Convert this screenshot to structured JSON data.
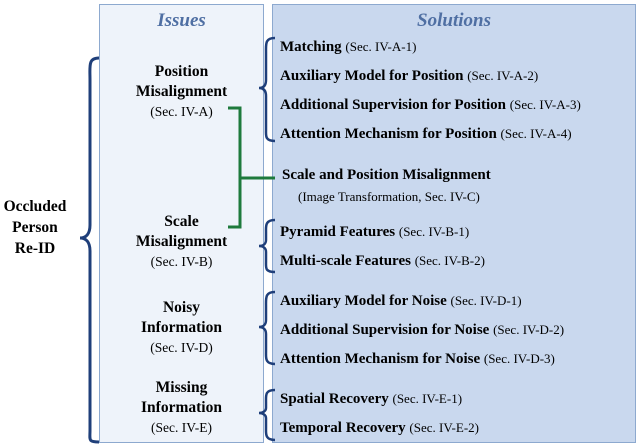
{
  "root": {
    "label_lines": [
      "Occluded",
      "Person",
      "Re-ID"
    ]
  },
  "issues": {
    "title": "Issues",
    "items": [
      {
        "name_lines": [
          "Position",
          "Misalignment"
        ],
        "section": "(Sec. IV-A)"
      },
      {
        "name_lines": [
          "Scale",
          "Misalignment"
        ],
        "section": "(Sec. IV-B)"
      },
      {
        "name_lines": [
          "Noisy",
          "Information"
        ],
        "section": "(Sec. IV-D)"
      },
      {
        "name_lines": [
          "Missing",
          "Information"
        ],
        "section": "(Sec. IV-E)"
      }
    ]
  },
  "solutions": {
    "title": "Solutions",
    "position": [
      {
        "name": "Matching",
        "section": "(Sec. IV-A-1)"
      },
      {
        "name": "Auxiliary Model for Position",
        "section": "(Sec. IV-A-2)"
      },
      {
        "name": "Additional Supervision for Position",
        "section": "(Sec. IV-A-3)"
      },
      {
        "name": "Attention Mechanism for Position",
        "section": "(Sec. IV-A-4)"
      }
    ],
    "joint": {
      "name": "Scale and Position Misalignment",
      "section": "(Image Transformation, Sec. IV-C)"
    },
    "scale": [
      {
        "name": "Pyramid Features",
        "section": "(Sec. IV-B-1)"
      },
      {
        "name": "Multi-scale Features",
        "section": "(Sec. IV-B-2)"
      }
    ],
    "noise": [
      {
        "name": "Auxiliary Model for Noise",
        "section": "(Sec. IV-D-1)"
      },
      {
        "name": "Additional Supervision for Noise",
        "section": "(Sec. IV-D-2)"
      },
      {
        "name": "Attention Mechanism for Noise",
        "section": "(Sec. IV-D-3)"
      }
    ],
    "missing": [
      {
        "name": "Spatial Recovery",
        "section": "(Sec. IV-E-1)"
      },
      {
        "name": "Temporal Recovery",
        "section": "(Sec. IV-E-2)"
      }
    ]
  },
  "colors": {
    "brace": "#1f3f7a",
    "connector": "#1e7a3c",
    "issues_bg": "#eef3fa",
    "solutions_bg": "#c9d8ee",
    "title": "#4f6fa3"
  }
}
